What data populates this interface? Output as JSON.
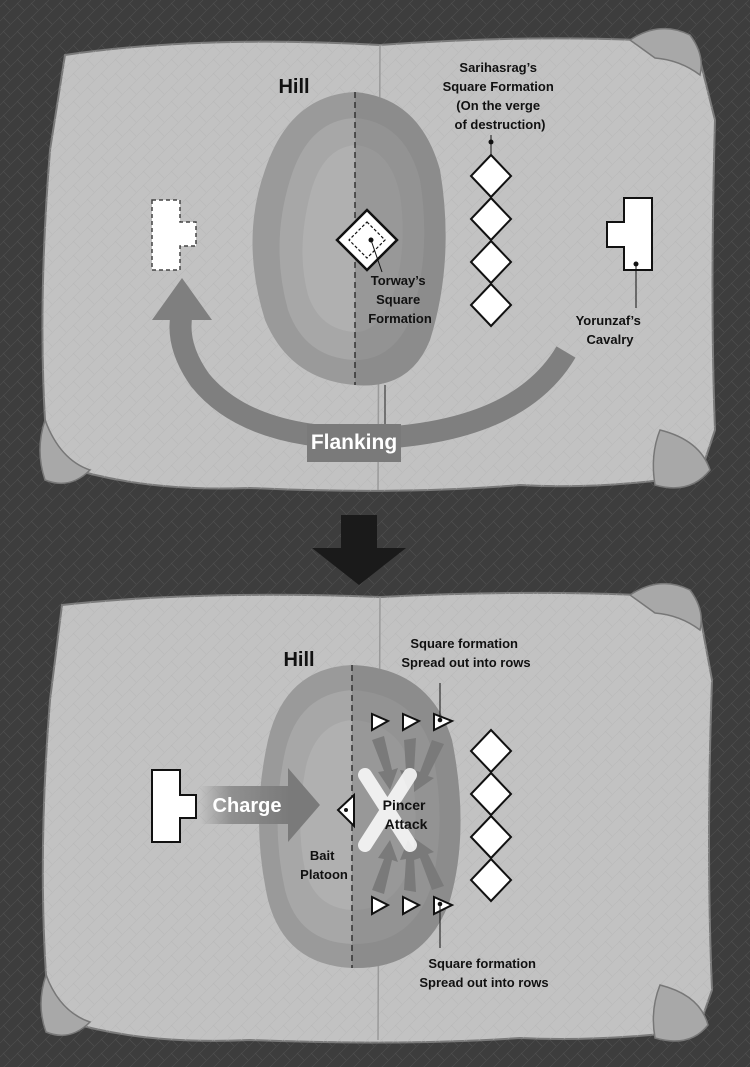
{
  "top_map": {
    "hill_label": "Hill",
    "sarihasrag_label": [
      "Sarihasrag’s",
      "Square Formation",
      "(On the verge",
      "of destruction)"
    ],
    "torway_label": [
      "Torway’s",
      "Square",
      "Formation"
    ],
    "yorunzaf_label": [
      "Yorunzaf’s",
      "Cavalry"
    ],
    "flanking_label": "Flanking"
  },
  "bottom_map": {
    "hill_label": "Hill",
    "top_square_label": [
      "Square formation",
      "Spread out into rows"
    ],
    "bottom_square_label": [
      "Square formation",
      "Spread out into rows"
    ],
    "charge_label": "Charge",
    "pincer_label": [
      "Pincer",
      "Attack"
    ],
    "bait_label": [
      "Bait",
      "Platoon"
    ]
  },
  "colors": {
    "background": "#3a3a3a",
    "parchment": "#c4c4c4",
    "parchment_shadow": "#8c8c8c",
    "hill_outer": "#9a9a9a",
    "hill_inner": "#8a8a8a",
    "arrow": "#808080",
    "unit_fill": "#ffffff",
    "unit_stroke": "#111111"
  },
  "icons": [
    "down-arrow-icon",
    "curved-flank-arrow-icon",
    "charge-arrow-icon",
    "pincer-cross-icon"
  ]
}
